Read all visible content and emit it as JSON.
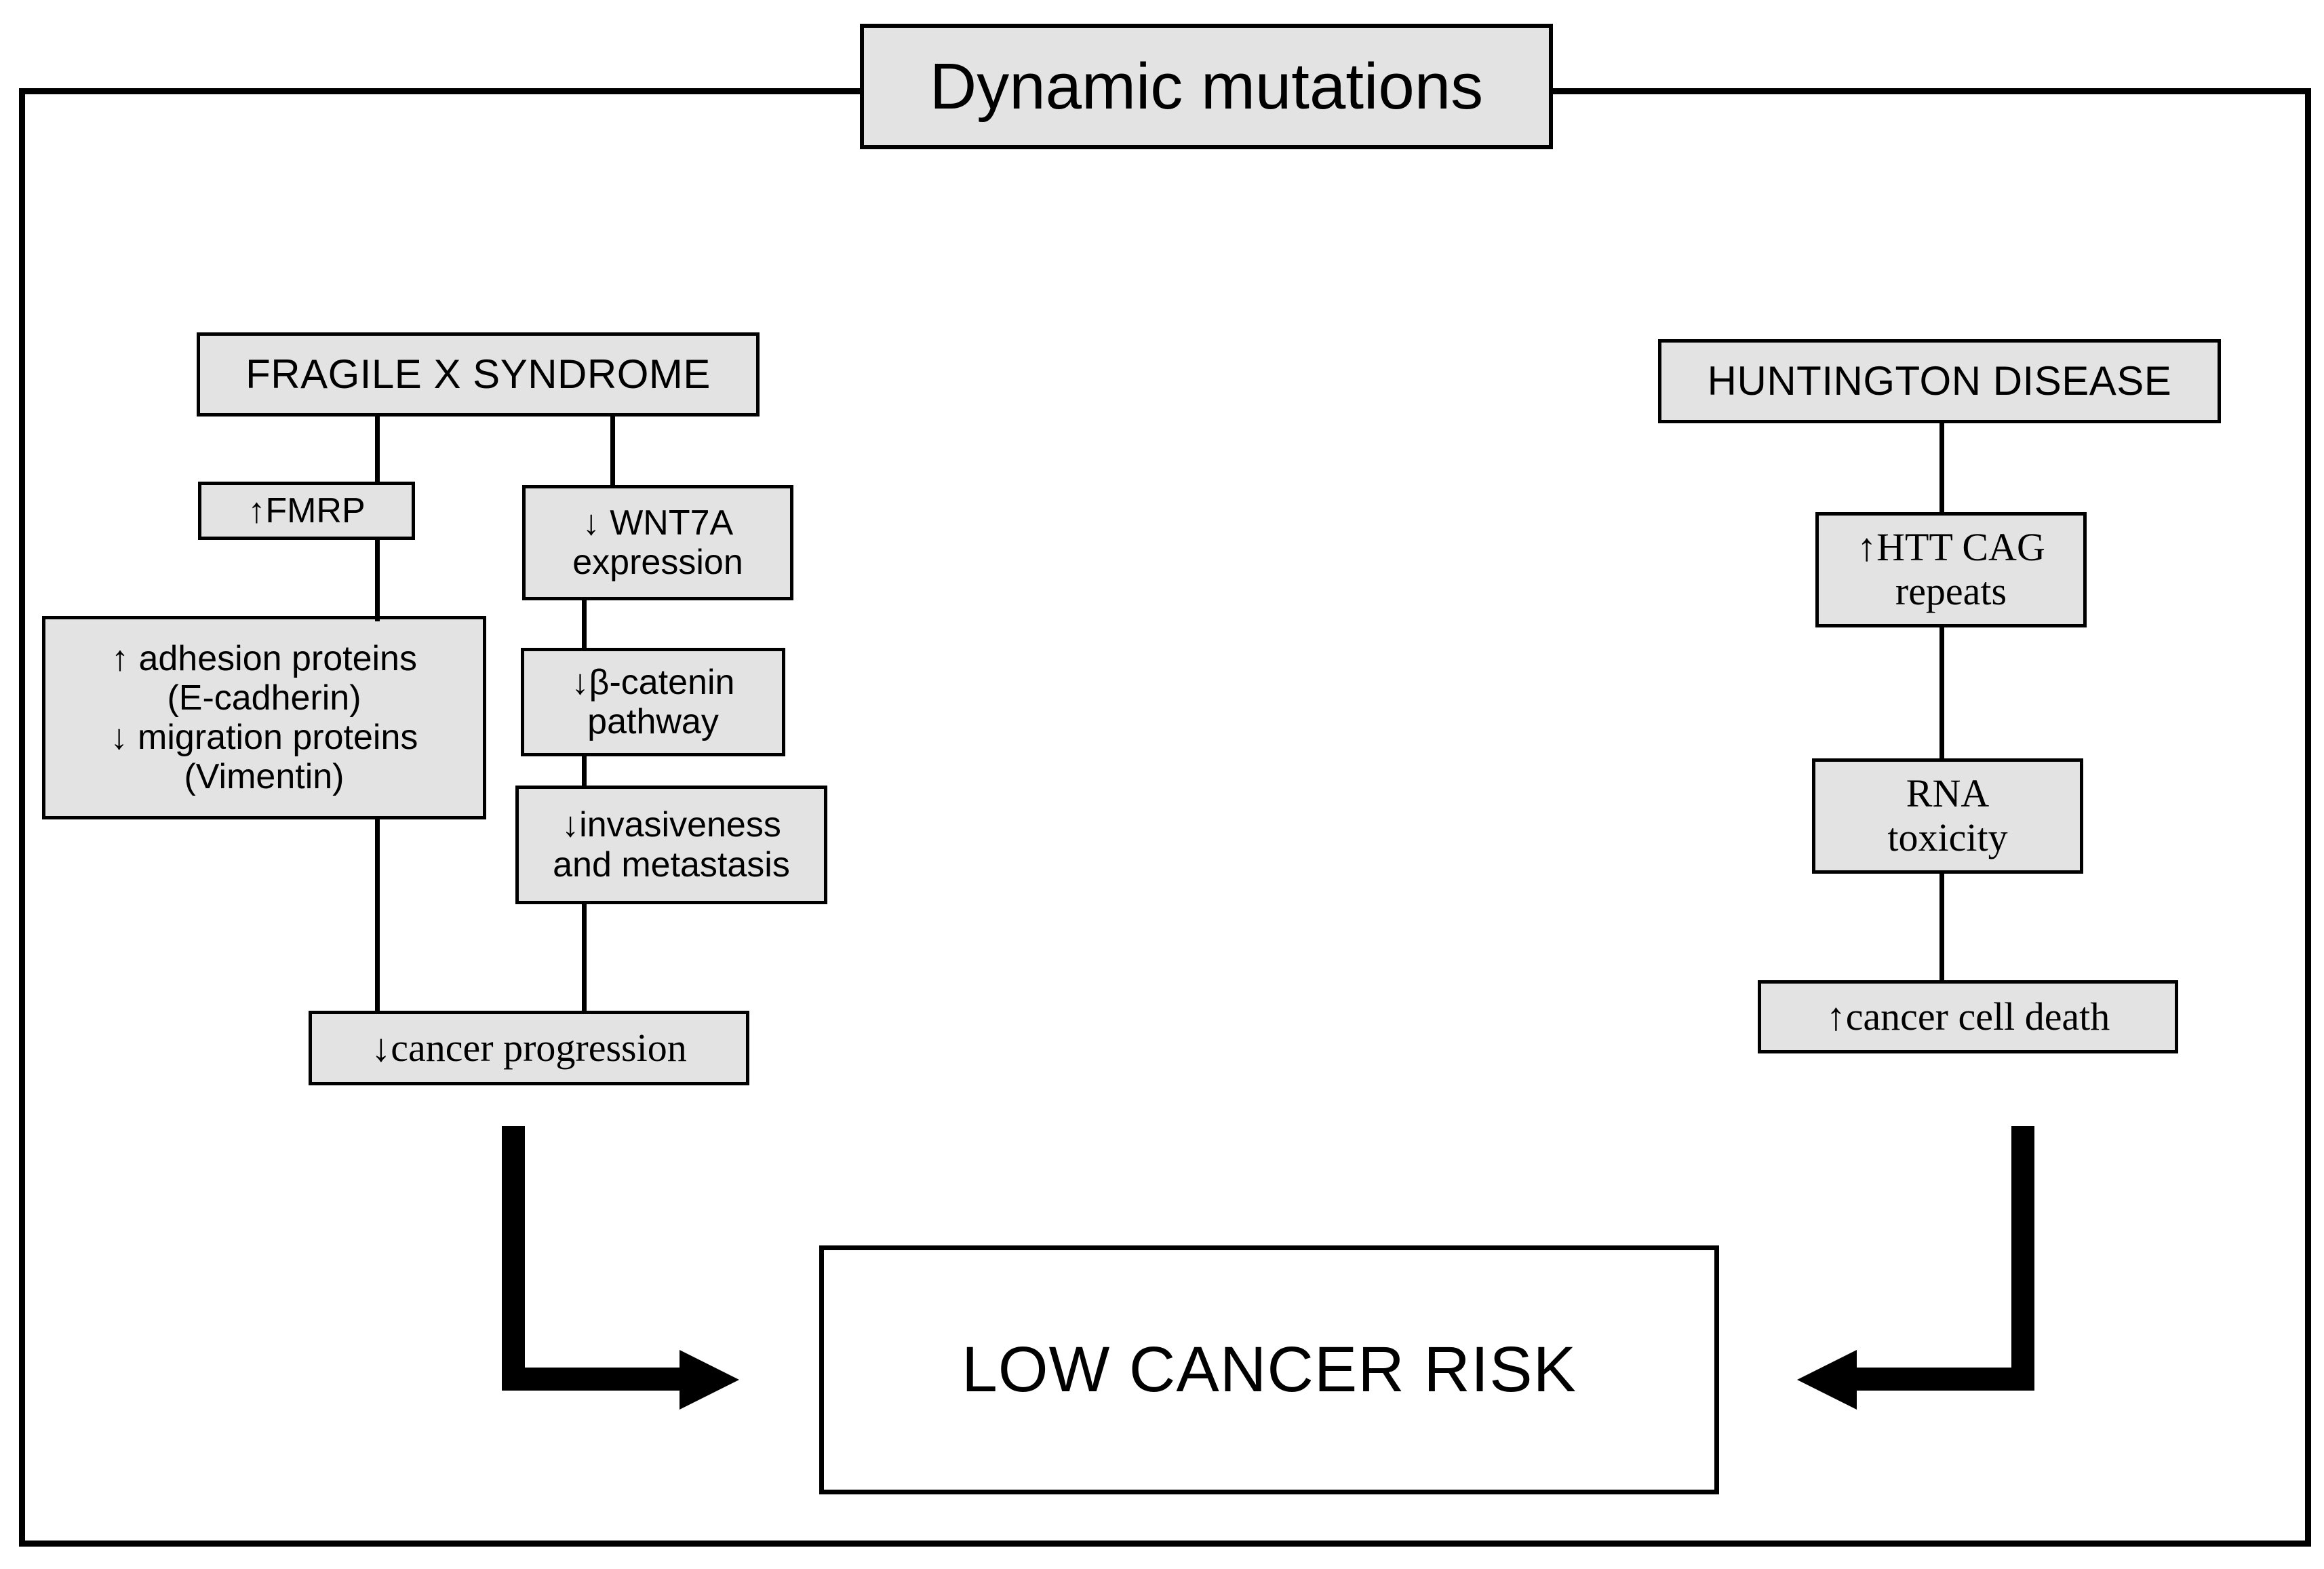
{
  "diagram": {
    "title": "Dynamic mutations",
    "outcome": "LOW CANCER RISK",
    "colors": {
      "box_fill": "#E3E3E3",
      "outcome_fill": "#FFFFFF",
      "line": "#000000",
      "background": "#FFFFFF"
    },
    "branches": [
      {
        "id": "fragile-x",
        "header": "FRAGILE X SYNDROME",
        "nodes": [
          {
            "id": "fmrp",
            "text": "↑FMRP"
          },
          {
            "id": "adhesion-migration",
            "lines": [
              "↑ adhesion proteins",
              "(E-cadherin)",
              "↓ migration proteins",
              "(Vimentin)"
            ]
          },
          {
            "id": "wnt7a",
            "lines": [
              "↓ WNT7A",
              "expression"
            ]
          },
          {
            "id": "beta-catenin",
            "lines": [
              "↓β-catenin",
              "pathway"
            ]
          },
          {
            "id": "invasiveness",
            "lines": [
              "↓invasiveness",
              "and metastasis"
            ]
          },
          {
            "id": "cancer-progression",
            "text": "↓cancer progression"
          }
        ]
      },
      {
        "id": "huntington",
        "header": "HUNTINGTON DISEASE",
        "nodes": [
          {
            "id": "htt-cag",
            "lines": [
              "↑HTT CAG",
              "repeats"
            ]
          },
          {
            "id": "rna-toxicity",
            "lines": [
              "RNA",
              "toxicity"
            ]
          },
          {
            "id": "cancer-cell-death",
            "text": "↑cancer cell death"
          }
        ]
      }
    ],
    "arrows": [
      {
        "id": "left-elbow",
        "direction": "right",
        "description": "elbow arrow from fragile X branch to outcome"
      },
      {
        "id": "right-elbow",
        "direction": "left",
        "description": "elbow arrow from huntington branch to outcome"
      }
    ]
  }
}
